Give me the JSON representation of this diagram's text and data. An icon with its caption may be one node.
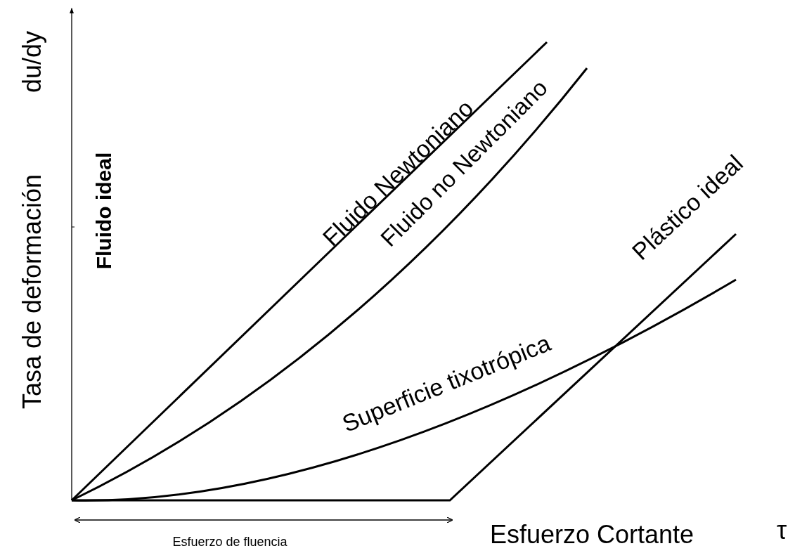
{
  "diagram": {
    "labels": [
      "Tasa de deformación",
      "du/dy",
      "Fluido ideal",
      "Fluido Newtoniano",
      "Fluido no Newtoniano",
      "Plástico ideal",
      "Superficie tixotrópica",
      "Esfuerzo de fluencia",
      "Esfuerzo Cortante",
      "τ"
    ]
  }
}
